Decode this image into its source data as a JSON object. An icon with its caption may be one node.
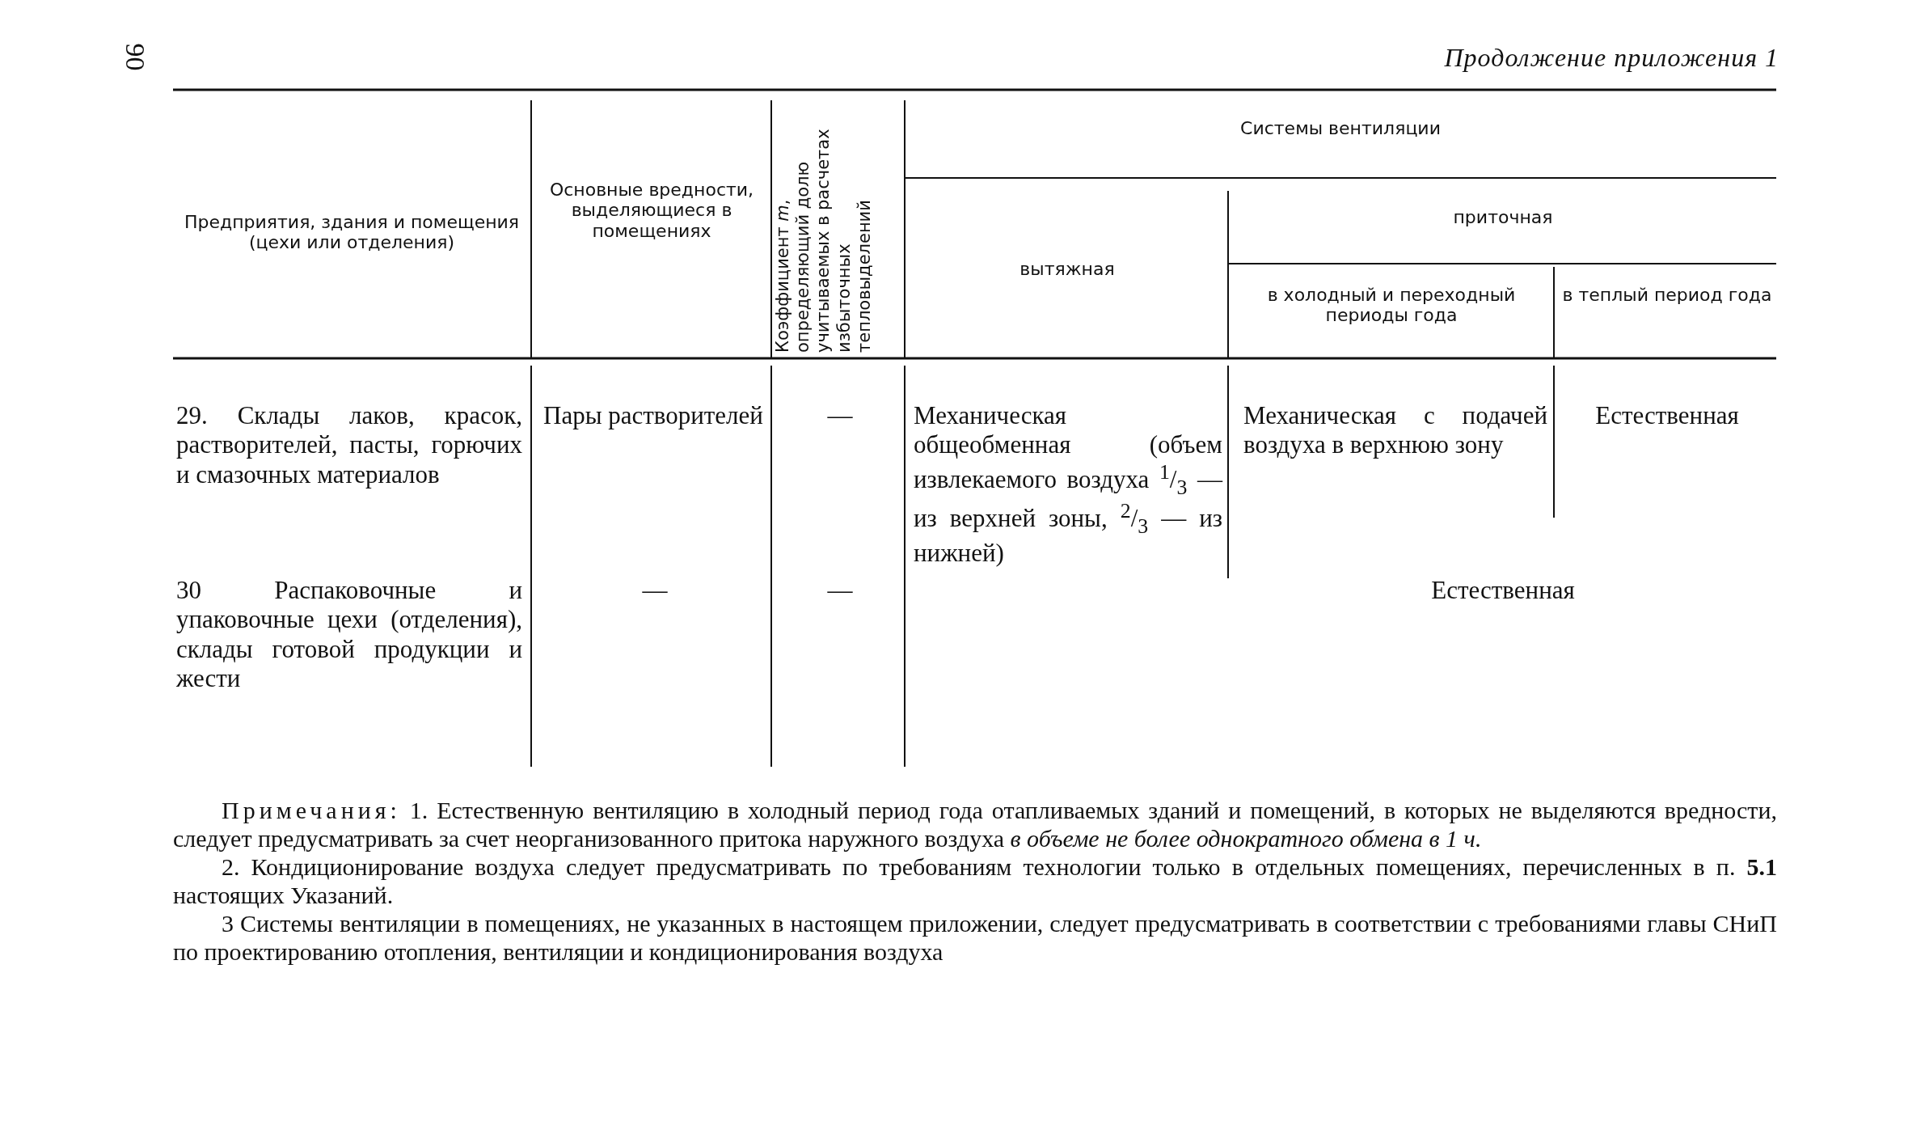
{
  "diagram": {
    "labels": [
      "90",
      "Продолжение приложения 1",
      "Предприятия, здания и помещения (цехи или отделения)",
      "Основные вредности, выделяющиеся в помещениях",
      "Коэффициент *m*, определяющий долю учитываемых в расчетах избыточных тепловыделений",
      "Системы вентиляции",
      "вытяжная",
      "приточная",
      "в холодный и переходный периоды года",
      "в теплый период года",
      "29. Склады лаков, красок, растворителей, пасты, горючих и смазочных материалов",
      "Пары растворителей",
      "—",
      "Механическая общеобменная (объем извлекаемого воздуха $^{1}$/$_{3}$ — из верхней зоны, $^{2}$/$_{3}$ — из нижней)",
      "Механическая с подачей воздуха в верхнюю зону",
      "Естественная",
      "30 Распаковочные и упаковочные цехи (отделения), склады готовой продукции и жести",
      "—",
      "—",
      "Естественная",
      "Примечания:",
      "1. Естественную вентиляцию в холодный период года отапливаемых зданий и помещений, в которых не выделяются вредности, следует предусматривать за счет неорганизованного притока наружного воздуха *в объеме не более однократного обмена в 1 ч.*",
      "2. Кондиционирование воздуха следует предусматривать по требованиям технологии только в отдельных помещениях, перечисленных в п. **5.1** настоящих Указаний.",
      "3 Системы вентиляции в помещениях, не указанных в настоящем приложении, следует предусматривать в соответствии с требованиями главы СНиП по проектированию отопления, вентиляции и кондиционирования воздуха"
    ]
  }
}
